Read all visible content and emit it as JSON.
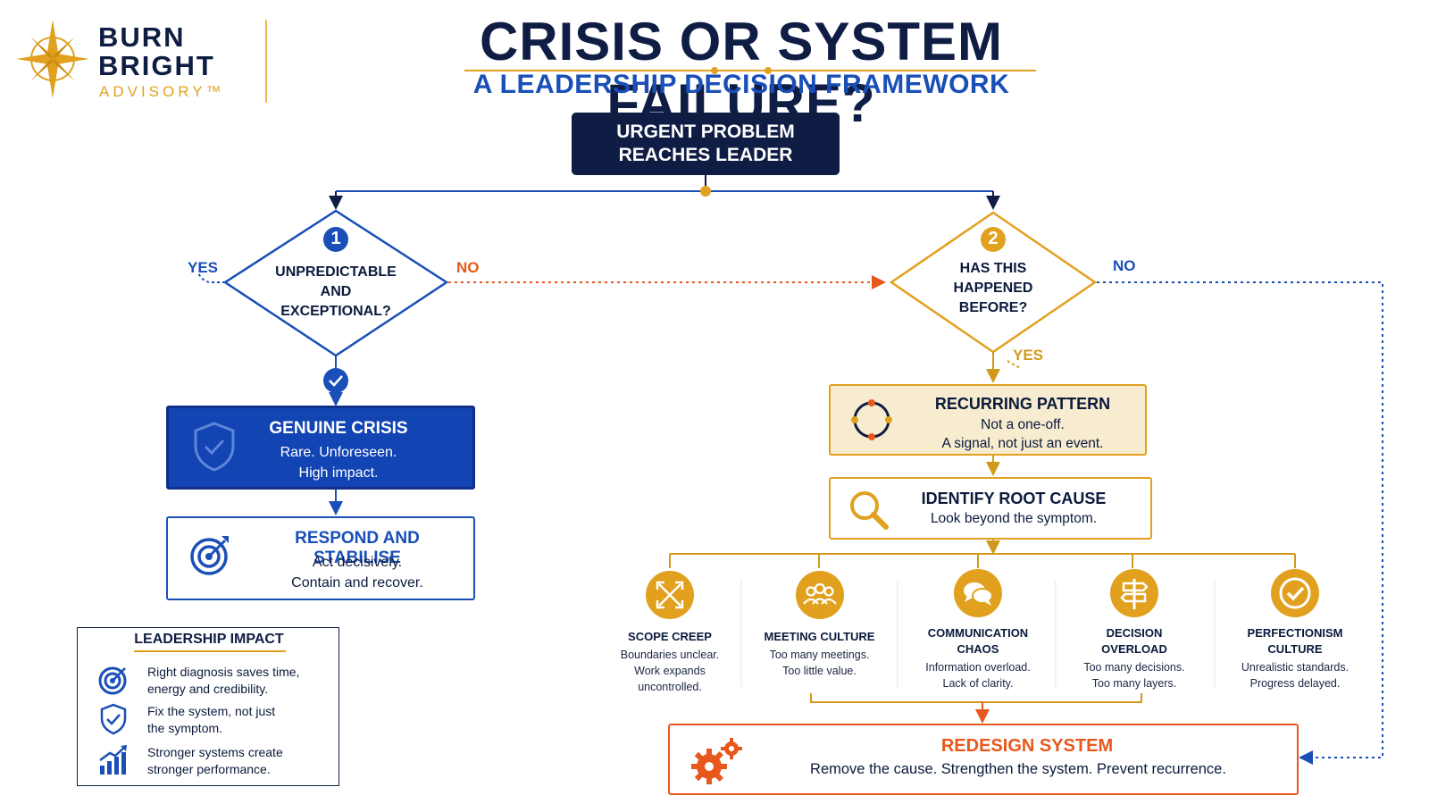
{
  "logo": {
    "line1": "BURN",
    "line2": "BRIGHT",
    "line3": "ADVISORY™",
    "icon": "compass-star-icon"
  },
  "header": {
    "title": "CRISIS OR SYSTEM FAILURE?",
    "subtitle": "A LEADERSHIP DECISION FRAMEWORK"
  },
  "start": {
    "line1": "URGENT PROBLEM",
    "line2": "REACHES LEADER"
  },
  "decision1": {
    "number": "1",
    "line1": "UNPREDICTABLE",
    "line2": "AND",
    "line3": "EXCEPTIONAL?",
    "yes": "YES",
    "no": "NO"
  },
  "decision2": {
    "number": "2",
    "line1": "HAS THIS",
    "line2": "HAPPENED",
    "line3": "BEFORE?",
    "yes": "YES",
    "no": "NO"
  },
  "crisis": {
    "title": "GENUINE CRISIS",
    "line1": "Rare. Unforeseen.",
    "line2": "High impact.",
    "icon": "shield-check-icon"
  },
  "respond": {
    "title": "RESPOND AND STABILISE",
    "line1": "Act decisively.",
    "line2": "Contain and recover.",
    "icon": "target-icon"
  },
  "recurring": {
    "title": "RECURRING PATTERN",
    "line1": "Not a one-off.",
    "line2": "A signal, not just an event.",
    "icon": "cycle-arrows-icon"
  },
  "root": {
    "title": "IDENTIFY ROOT CAUSE",
    "line1": "Look beyond the symptom.",
    "icon": "magnifier-icon"
  },
  "causes": [
    {
      "title1": "SCOPE CREEP",
      "title2": "",
      "desc1": "Boundaries unclear.",
      "desc2": "Work expands",
      "desc3": "uncontrolled.",
      "icon": "expand-arrows-icon"
    },
    {
      "title1": "MEETING CULTURE",
      "title2": "",
      "desc1": "Too many meetings.",
      "desc2": "Too little value.",
      "desc3": "",
      "icon": "people-group-icon"
    },
    {
      "title1": "COMMUNICATION",
      "title2": "CHAOS",
      "desc1": "Information overload.",
      "desc2": "Lack of clarity.",
      "desc3": "",
      "icon": "chat-bubbles-icon"
    },
    {
      "title1": "DECISION",
      "title2": "OVERLOAD",
      "desc1": "Too many decisions.",
      "desc2": "Too many layers.",
      "desc3": "",
      "icon": "signpost-icon"
    },
    {
      "title1": "PERFECTIONISM",
      "title2": "CULTURE",
      "desc1": "Unrealistic standards.",
      "desc2": "Progress delayed.",
      "desc3": "",
      "icon": "check-circle-icon"
    }
  ],
  "redesign": {
    "title": "REDESIGN SYSTEM",
    "line1": "Remove the cause. Strengthen the system. Prevent recurrence.",
    "icon": "gears-icon"
  },
  "impact": {
    "title": "LEADERSHIP IMPACT",
    "items": [
      {
        "line1": "Right diagnosis saves time,",
        "line2": "energy and credibility.",
        "icon": "target-icon"
      },
      {
        "line1": "Fix the system, not just",
        "line2": "the symptom.",
        "icon": "shield-check-icon"
      },
      {
        "line1": "Stronger systems create",
        "line2": "stronger performance.",
        "icon": "growth-chart-icon"
      }
    ]
  },
  "colors": {
    "navy": "#0f1c44",
    "blue": "#1a4fb8",
    "gold": "#e1a11f",
    "orange": "#e8581c",
    "cream": "#f8ecd0"
  }
}
